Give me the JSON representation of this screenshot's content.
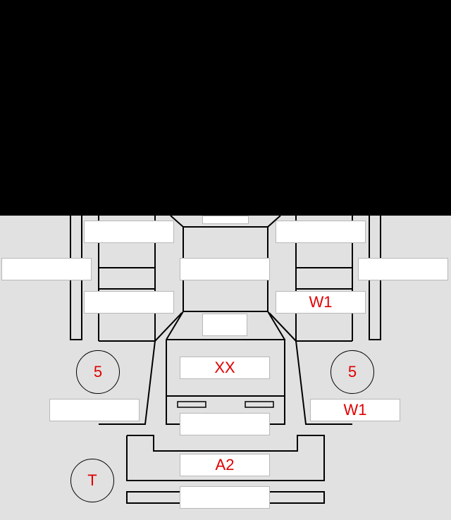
{
  "colors": {
    "background": "#e1e1e1",
    "occluded_area": "#000000",
    "line": "#000000",
    "field_fill": "#ffffff",
    "field_border": "#b8b8b8",
    "code_text": "#e00000"
  },
  "fields": {
    "top_center": "",
    "left_upper": "",
    "right_upper": "",
    "left_outer": "",
    "center_middle": "",
    "right_outer": "",
    "left_lower": "",
    "right_lower": "W1",
    "center_small": "",
    "hood": "XX",
    "left_bottom": "",
    "right_bottom": "W1",
    "center_bumper": "",
    "rear_bar": "A2",
    "bottom_bar": ""
  },
  "markers": {
    "left_wheel": "5",
    "right_wheel": "5",
    "spare_tire": "T"
  }
}
